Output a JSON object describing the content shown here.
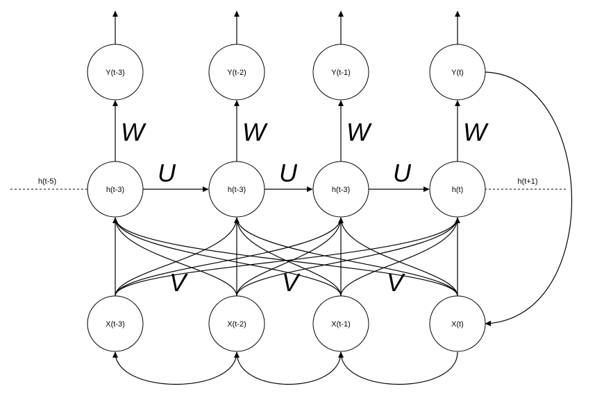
{
  "outputs": [
    "Y(t-3)",
    "Y(t-2)",
    "Y(t-1)",
    "Y(t)"
  ],
  "hidden": [
    "h(t-3)",
    "h(t-3)",
    "h(t-3)",
    "h(t)"
  ],
  "inputs": [
    "X(t-3)",
    "X(t-2)",
    "X(t-1)",
    "X(t)"
  ],
  "weights": {
    "w": "W",
    "u": "U",
    "v": "V"
  },
  "edge_labels": {
    "prev_hidden": "h(t-5)",
    "next_hidden": "h(t+1)"
  }
}
